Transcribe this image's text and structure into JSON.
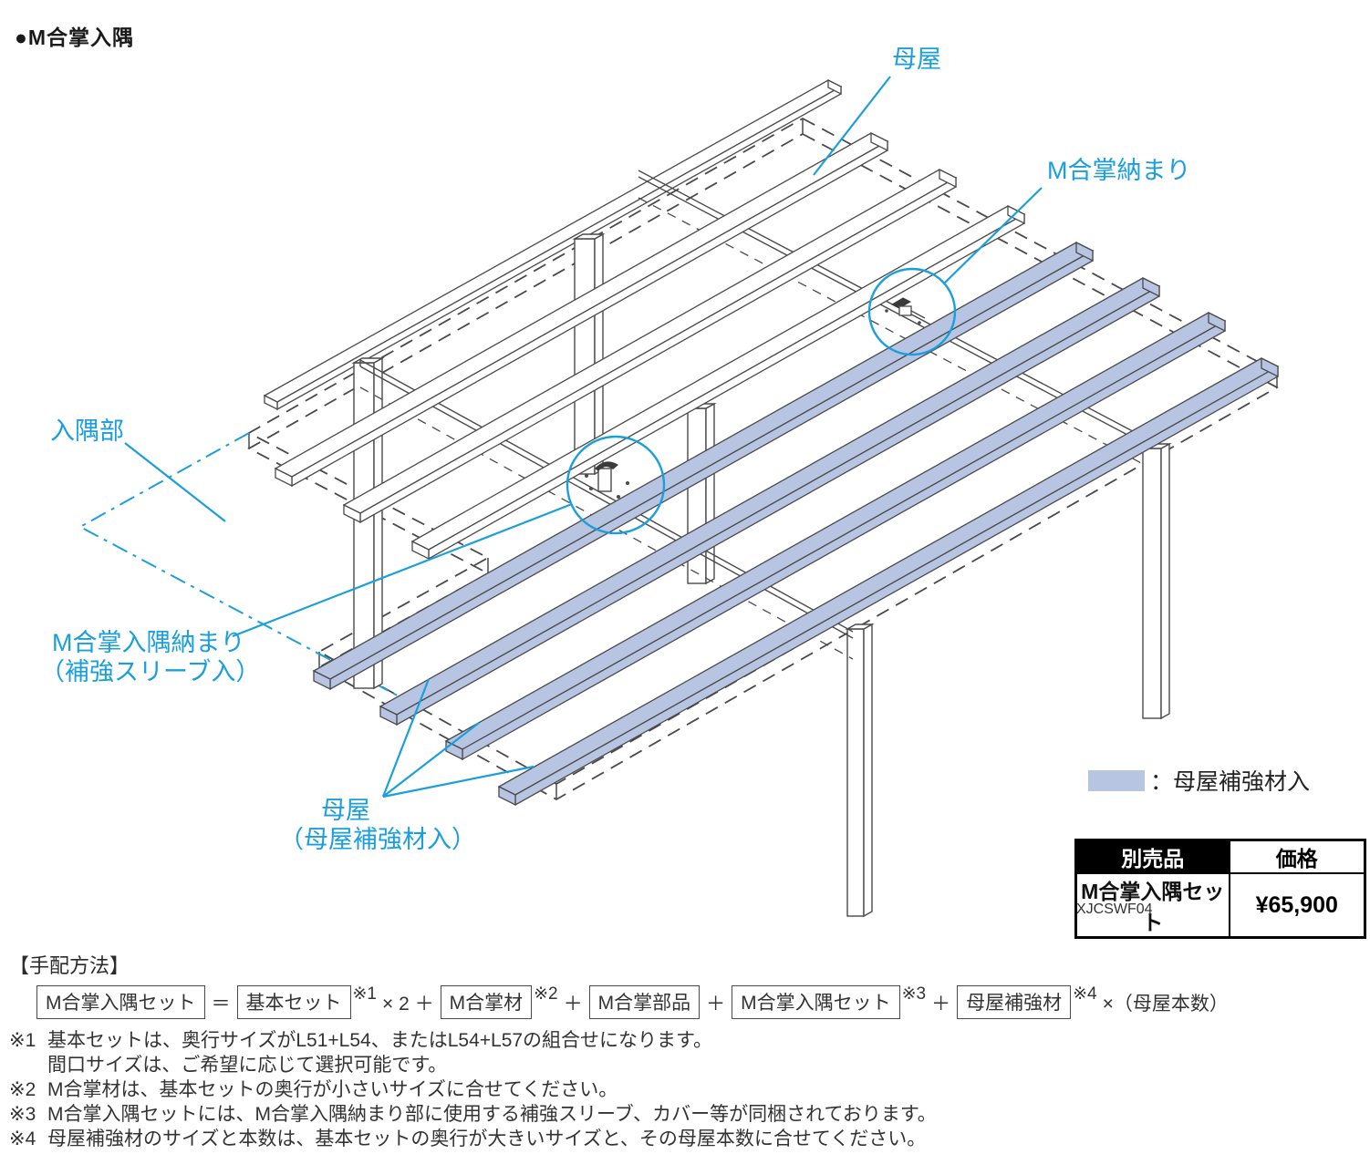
{
  "page": {
    "heading": "●M合掌入隅"
  },
  "diagram": {
    "labels": {
      "moya_top": "母屋",
      "m_gassho_osamari": "M合掌納まり",
      "irisumi_bu": "入隅部",
      "irisumi_osamari_line1": "M合掌入隅納まり",
      "irisumi_osamari_line2": "（補強スリーブ入）",
      "moya_bottom_line1": "母屋",
      "moya_bottom_line2": "（母屋補強材入）"
    },
    "legend": {
      "label": "：母屋補強材入"
    },
    "colors": {
      "accent": "#1a9fdd",
      "beam_fill": "#b8c5e2",
      "line": "#4a4a4a"
    }
  },
  "price_table": {
    "header_item": "別売品",
    "header_price": "価格",
    "item": "M合掌入隅セット",
    "price": "¥65,900",
    "code": "XJCSWF04"
  },
  "order": {
    "title": "【手配方法】",
    "formula": [
      {
        "t": "box",
        "text": "M合掌入隅セット"
      },
      {
        "t": "op",
        "text": "＝"
      },
      {
        "t": "box",
        "text": "基本セット"
      },
      {
        "t": "sup",
        "text": "※1"
      },
      {
        "t": "op",
        "text": "× 2 ＋"
      },
      {
        "t": "box",
        "text": "M合掌材"
      },
      {
        "t": "sup",
        "text": "※2"
      },
      {
        "t": "op",
        "text": "＋"
      },
      {
        "t": "box",
        "text": "M合掌部品"
      },
      {
        "t": "op",
        "text": "＋"
      },
      {
        "t": "box",
        "text": "M合掌入隅セット"
      },
      {
        "t": "sup",
        "text": "※3"
      },
      {
        "t": "op",
        "text": "＋"
      },
      {
        "t": "box",
        "text": "母屋補強材"
      },
      {
        "t": "sup",
        "text": "※4"
      },
      {
        "t": "op",
        "text": "×（母屋本数）"
      }
    ],
    "notes": [
      {
        "marker": "※1",
        "text": "基本セットは、奥行サイズがL51+L54、またはL54+L57の組合せになります。"
      },
      {
        "marker": "",
        "text": "間口サイズは、ご希望に応じて選択可能です。"
      },
      {
        "marker": "※2",
        "text": "M合掌材は、基本セットの奥行が小さいサイズに合せてください。"
      },
      {
        "marker": "※3",
        "text": "M合掌入隅セットには、M合掌入隅納まり部に使用する補強スリーブ、カバー等が同梱されております。"
      },
      {
        "marker": "※4",
        "text": "母屋補強材のサイズと本数は、基本セットの奥行が大きいサイズと、その母屋本数に合せてください。"
      }
    ]
  }
}
